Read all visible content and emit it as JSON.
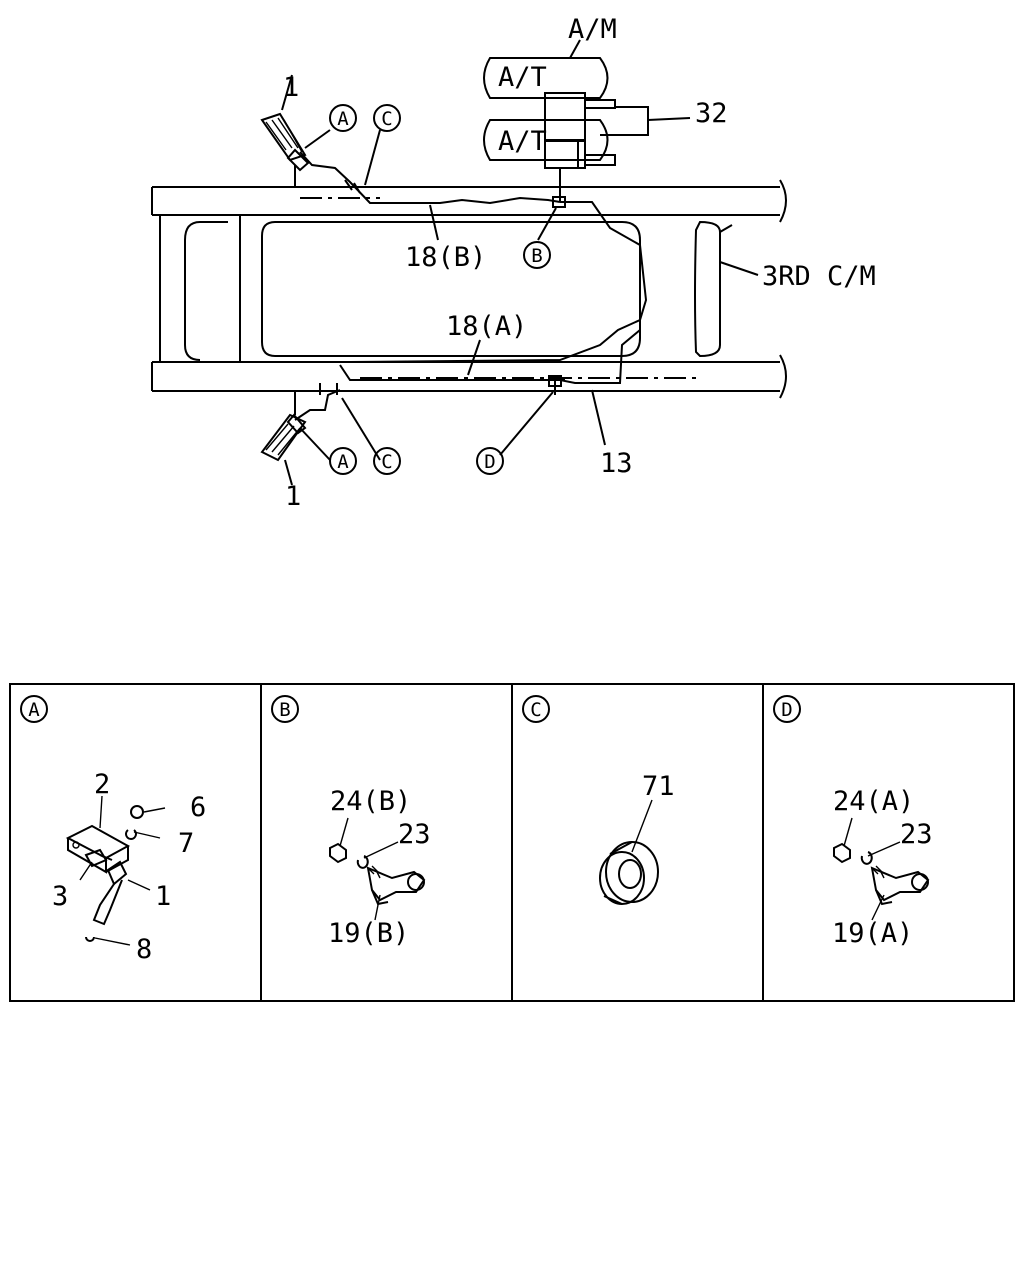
{
  "labels": {
    "am": "A/M",
    "at_upper": "A/T",
    "at_lower": "A/T",
    "part_32": "32",
    "part_1_top": "1",
    "part_1_bottom": "1",
    "pipe_18b": "18(B)",
    "pipe_18a": "18(A)",
    "third_cm": "3RD C/M",
    "part_13": "13"
  },
  "callouts": {
    "a_top": "A",
    "c_top": "C",
    "b_mid": "B",
    "a_bottom": "A",
    "c_bottom": "C",
    "d_bottom": "D"
  },
  "detail_panels": [
    {
      "key": "A",
      "parts": [
        "2",
        "6",
        "7",
        "3",
        "1",
        "8"
      ]
    },
    {
      "key": "B",
      "parts": [
        "24(B)",
        "23",
        "19(B)"
      ]
    },
    {
      "key": "C",
      "parts": [
        "71"
      ]
    },
    {
      "key": "D",
      "parts": [
        "24(A)",
        "23",
        "19(A)"
      ]
    }
  ]
}
